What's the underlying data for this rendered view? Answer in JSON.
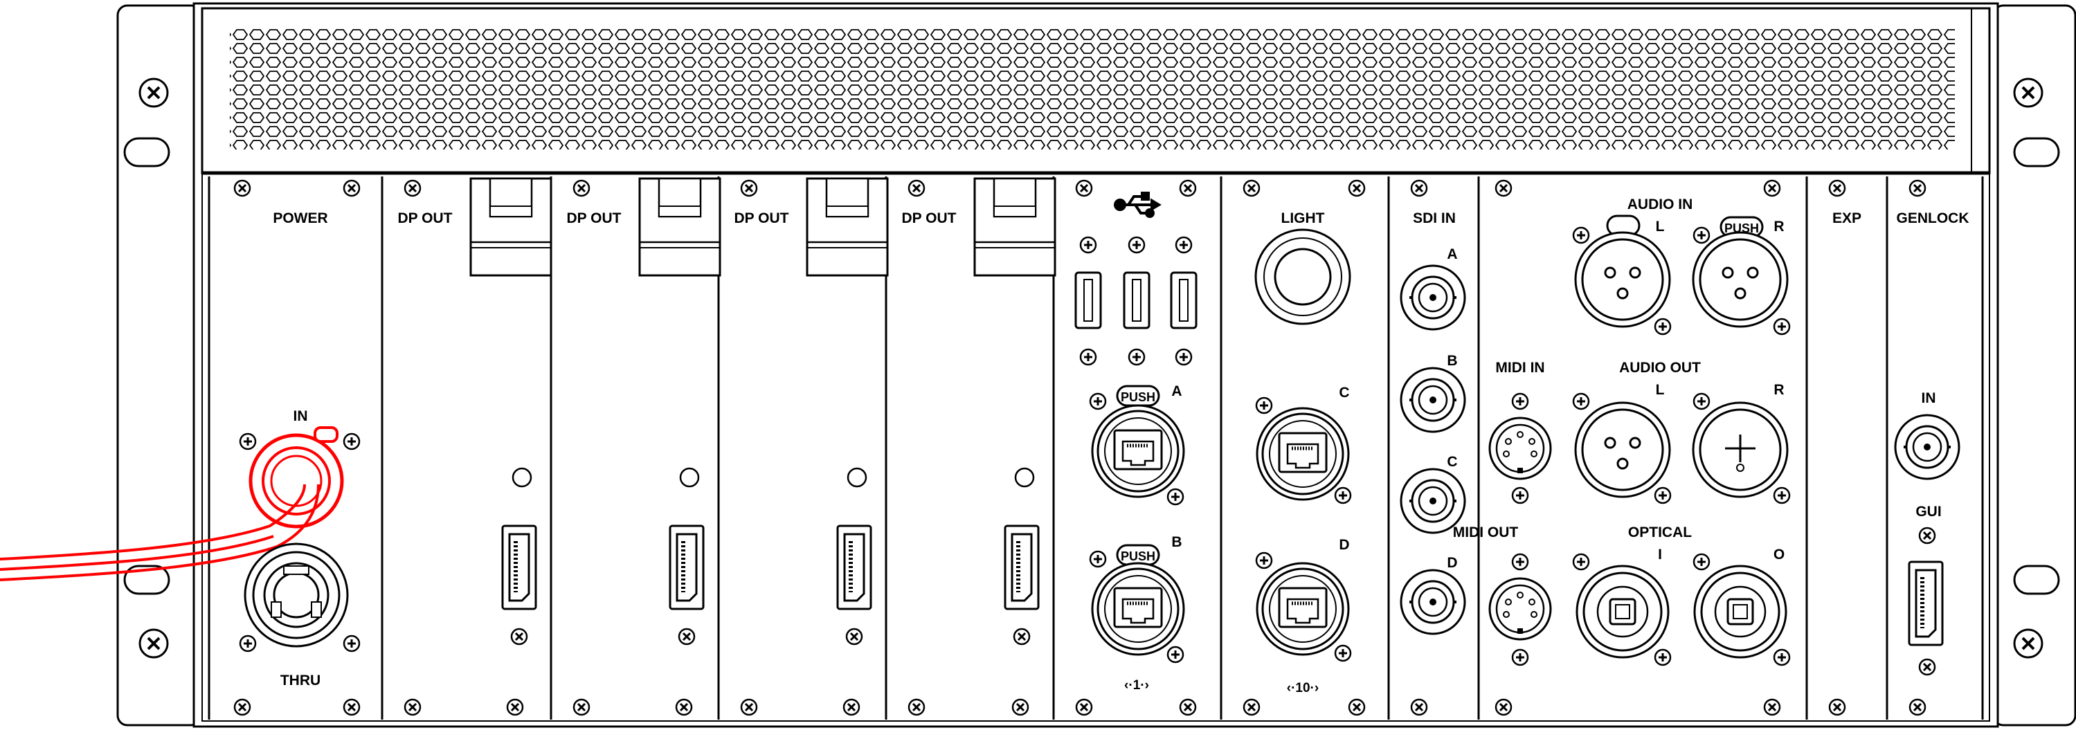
{
  "slots": {
    "power": {
      "title": "POWER",
      "in_label": "IN",
      "thru_label": "THRU"
    },
    "dp_out": [
      "DP OUT",
      "DP OUT",
      "DP OUT",
      "DP OUT"
    ],
    "usb": {
      "port_a_label": "A",
      "port_b_label": "B",
      "push_label": "PUSH",
      "link_speed": "‹·1·›"
    },
    "light": {
      "title": "LIGHT",
      "port_c_label": "C",
      "port_d_label": "D",
      "link_speed": "‹·10·›"
    },
    "sdi_in": {
      "title": "SDI IN",
      "inputs": [
        "A",
        "B",
        "C",
        "D"
      ]
    },
    "audio": {
      "audio_in_title": "AUDIO IN",
      "in_l": "L",
      "in_r": "R",
      "push_label": "PUSH",
      "midi_in_title": "MIDI IN",
      "audio_out_title": "AUDIO OUT",
      "out_l": "L",
      "out_r": "R",
      "midi_out_title": "MIDI OUT",
      "optical_title": "OPTICAL",
      "optical_i": "I",
      "optical_o": "O"
    },
    "exp": {
      "title": "EXP"
    },
    "genlock": {
      "title": "GENLOCK",
      "in_label": "IN",
      "gui_label": "GUI"
    }
  },
  "colors": {
    "line": "#000000",
    "cable_highlight": "#ff0000",
    "background": "#ffffff"
  },
  "icons": [
    "screw-icon",
    "usb-icon",
    "displayport-icon",
    "xlr-icon",
    "din-icon",
    "bnc-icon",
    "rj45-icon",
    "optical-icon",
    "powercon-icon",
    "rocker-switch-icon"
  ]
}
